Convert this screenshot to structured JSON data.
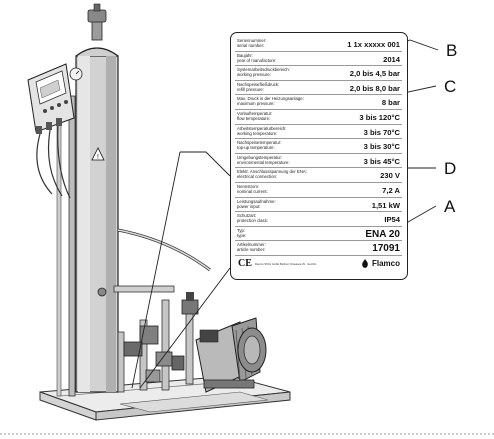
{
  "callouts": [
    "A",
    "B",
    "C",
    "D"
  ],
  "plate": {
    "rows": [
      {
        "label": [
          "Seriennummer:",
          "serial number:"
        ],
        "value": "1 1x xxxxx  001"
      },
      {
        "label": [
          "Baujahr:",
          "year of manufacture:"
        ],
        "value": "2014"
      },
      {
        "label": [
          "Systemarbeitsdruckbereich:",
          "working pressure:"
        ],
        "value": "2,0 bis 4,5 bar"
      },
      {
        "label": [
          "Nachspeisefließdruck:",
          "refill pressure:"
        ],
        "value": "2,0 bis 8,0 bar"
      },
      {
        "label": [
          "Max. Druck in der Heizungsanlage:",
          "maximum pressure:"
        ],
        "value": "8 bar"
      },
      {
        "label": [
          "Vorlauftemperatur:",
          "flow temperature:"
        ],
        "value": "3 bis 120°C"
      },
      {
        "label": [
          "Arbeitstemperaturbereich:",
          "working temperature:"
        ],
        "value": "3 bis 70°C"
      },
      {
        "label": [
          "Nachspeisetemperatur:",
          "top-up temperature:"
        ],
        "value": "3 bis 30°C"
      },
      {
        "label": [
          "Umgebungstemperatur:",
          "environmental temperature:"
        ],
        "value": "3 bis 45°C"
      },
      {
        "label": [
          "Elektr. Anschlussspannung der ENA:",
          "electrical connection:"
        ],
        "value": "230 V"
      },
      {
        "label": [
          "Nennstrom:",
          "nominal current:"
        ],
        "value": "7,2 A"
      },
      {
        "label": [
          "Leistungsaufnahme:",
          "power input:"
        ],
        "value": "1,51 kW"
      },
      {
        "label": [
          "Schutzart:",
          "protection class:"
        ],
        "value": "IP54"
      },
      {
        "label": [
          "Typ:",
          "type:"
        ],
        "value": "ENA 20"
      },
      {
        "label": [
          "Artikelnummer:",
          "article number:"
        ],
        "value": "17091"
      }
    ],
    "footer": {
      "ce_mark": "CE",
      "manufacturer_line": "Flamco STAG GmbH Berliner Chaussee 29 · Genthin",
      "brand": "Flamco"
    }
  }
}
